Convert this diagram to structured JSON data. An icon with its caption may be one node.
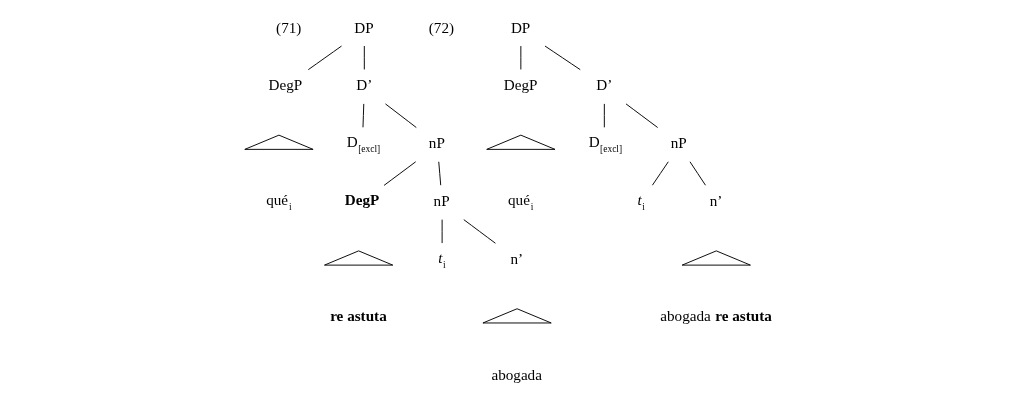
{
  "diagram": {
    "nodes": [
      {
        "text": [
          "DP"
        ]
      },
      {
        "text": [
          "DegP"
        ]
      },
      {
        "text": [],
        "shape": "triangle",
        "beside": [
          "qué$_{i}$"
        ]
      },
      {
        "text": [
          "D’"
        ]
      },
      {
        "text": [
          "D$_{[excl]}$"
        ]
      },
      {
        "text": [
          "nP"
        ]
      },
      {
        "text": [
          "**DegP**"
        ]
      },
      {
        "text": [],
        "shape": "triangle",
        "beside": [
          "**re astuta**"
        ]
      },
      {
        "text": [
          "nP"
        ]
      },
      {
        "text": [
          "*t*$_{i}$"
        ]
      },
      {
        "text": [
          "n’"
        ]
      },
      {
        "text": [],
        "shape": "triangle",
        "beside": [
          "abogada"
        ]
      },
      {
        "text": [
          "DP"
        ]
      },
      {
        "text": [
          "DegP"
        ]
      },
      {
        "text": [],
        "shape": "triangle",
        "beside": [
          "qué$_{i}$"
        ]
      },
      {
        "text": [
          "D’"
        ]
      },
      {
        "text": [
          "D$_{[excl]}$"
        ]
      },
      {
        "text": [
          "nP"
        ]
      },
      {
        "text": [
          "*t*$_{i}$"
        ]
      },
      {
        "text": [
          "n’"
        ]
      },
      {
        "text": [],
        "shape": "triangle",
        "beside": [
          "abogada **re astuta**"
        ]
      }
    ],
    "edges": [
      {
        "from": 0,
        "to": 1,
        "arrow": "none"
      },
      {
        "from": 0,
        "to": 3,
        "arrow": "none"
      },
      {
        "from": 3,
        "to": 4,
        "arrow": "none"
      },
      {
        "from": 3,
        "to": 5,
        "arrow": "none"
      },
      {
        "from": 5,
        "to": 6,
        "arrow": "none"
      },
      {
        "from": 5,
        "to": 8,
        "arrow": "none"
      },
      {
        "from": 8,
        "to": 9,
        "arrow": "none"
      },
      {
        "from": 8,
        "to": 10,
        "arrow": "none"
      },
      {
        "from": 12,
        "to": 13,
        "arrow": "none"
      },
      {
        "from": 12,
        "to": 15,
        "arrow": "none"
      },
      {
        "from": 15,
        "to": 16,
        "arrow": "none"
      },
      {
        "from": 15,
        "to": 17,
        "arrow": "none"
      },
      {
        "from": 17,
        "to": 18,
        "arrow": "none"
      },
      {
        "from": 17,
        "to": 19,
        "arrow": "none"
      }
    ],
    "labels": [
      "(71)",
      "(72)"
    ]
  }
}
